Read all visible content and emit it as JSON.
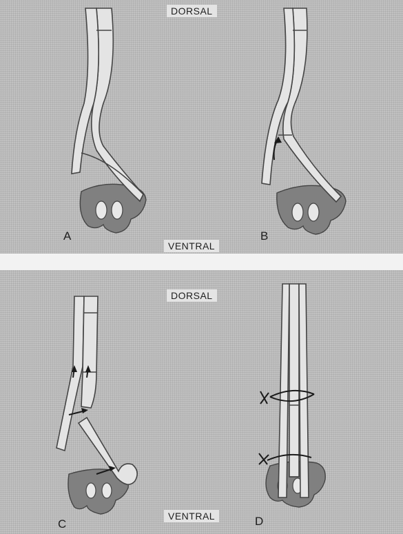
{
  "figure": {
    "top": {
      "dorsal": "DORSAL",
      "ventral": "VENTRAL",
      "panel_left": "A",
      "panel_right": "B"
    },
    "bottom": {
      "dorsal": "DORSAL",
      "ventral": "VENTRAL",
      "panel_left": "C",
      "panel_right": "D"
    }
  },
  "colors": {
    "panel_bg": "#c2c2c2",
    "bone": "#e4e4e4",
    "mandible": "#808080",
    "outline": "#444444",
    "page": "#f2f2f2"
  }
}
